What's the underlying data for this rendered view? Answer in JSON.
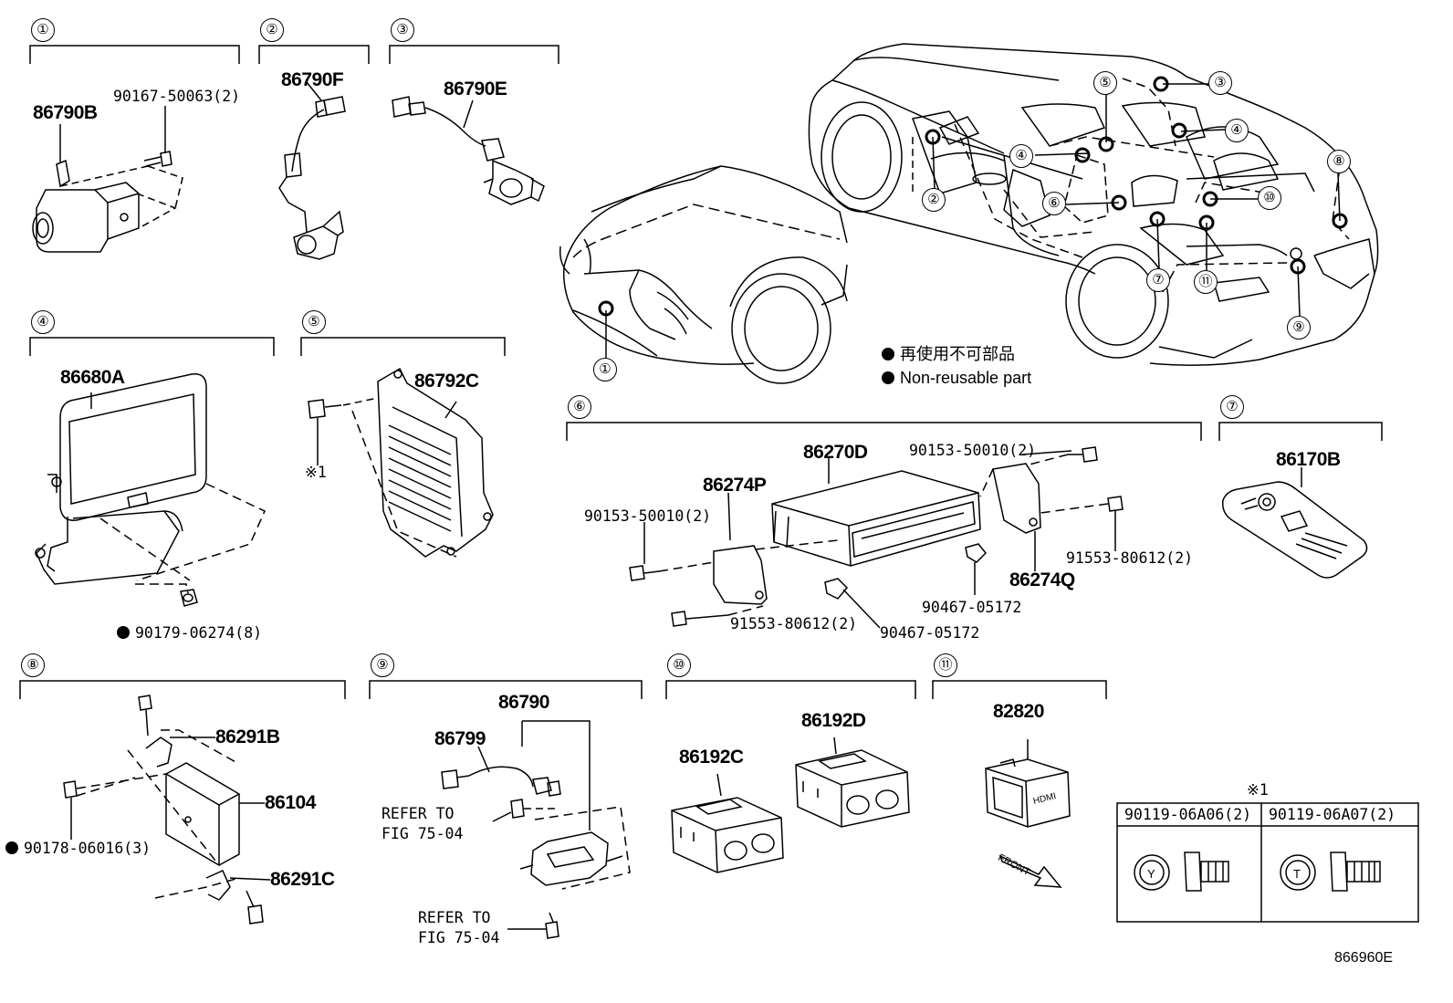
{
  "sections": [
    {
      "num": "①",
      "parts": [
        "86790B",
        "90167-50063(2)"
      ]
    },
    {
      "num": "②",
      "parts": [
        "86790F"
      ]
    },
    {
      "num": "③",
      "parts": [
        "86790E"
      ]
    },
    {
      "num": "④",
      "parts": [
        "86680A",
        "90179-06274(8)"
      ]
    },
    {
      "num": "⑤",
      "parts": [
        "86792C"
      ],
      "note": "※1"
    },
    {
      "num": "⑥",
      "parts": [
        "86270D",
        "86274P",
        "86274Q",
        "90153-50010(2)",
        "90153-50010(2)",
        "91553-80612(2)",
        "91553-80612(2)",
        "90467-05172",
        "90467-05172"
      ]
    },
    {
      "num": "⑦",
      "parts": [
        "86170B"
      ]
    },
    {
      "num": "⑧",
      "parts": [
        "86291B",
        "86104",
        "86291C",
        "90178-06016(3)"
      ]
    },
    {
      "num": "⑨",
      "parts": [
        "86790",
        "86799"
      ],
      "refs": [
        "REFER TO",
        "FIG 75-04",
        "REFER TO",
        "FIG 75-04"
      ]
    },
    {
      "num": "⑩",
      "parts": [
        "86192C",
        "86192D"
      ]
    },
    {
      "num": "⑪",
      "parts": [
        "82820"
      ],
      "front": "FRONT",
      "hdmi": "HDMI"
    }
  ],
  "car_callouts": [
    "①",
    "②",
    "③",
    "④",
    "④",
    "⑤",
    "⑥",
    "⑦",
    "⑧",
    "⑨",
    "⑩",
    "⑪"
  ],
  "legend": {
    "jp": "再使用不可部品",
    "en": "Non-reusable part"
  },
  "table": {
    "note": "※1",
    "col1": "90119-06A06(2)",
    "col2": "90119-06A07(2)",
    "mark1": "Y",
    "mark2": "T"
  },
  "figure_id": "866960E"
}
